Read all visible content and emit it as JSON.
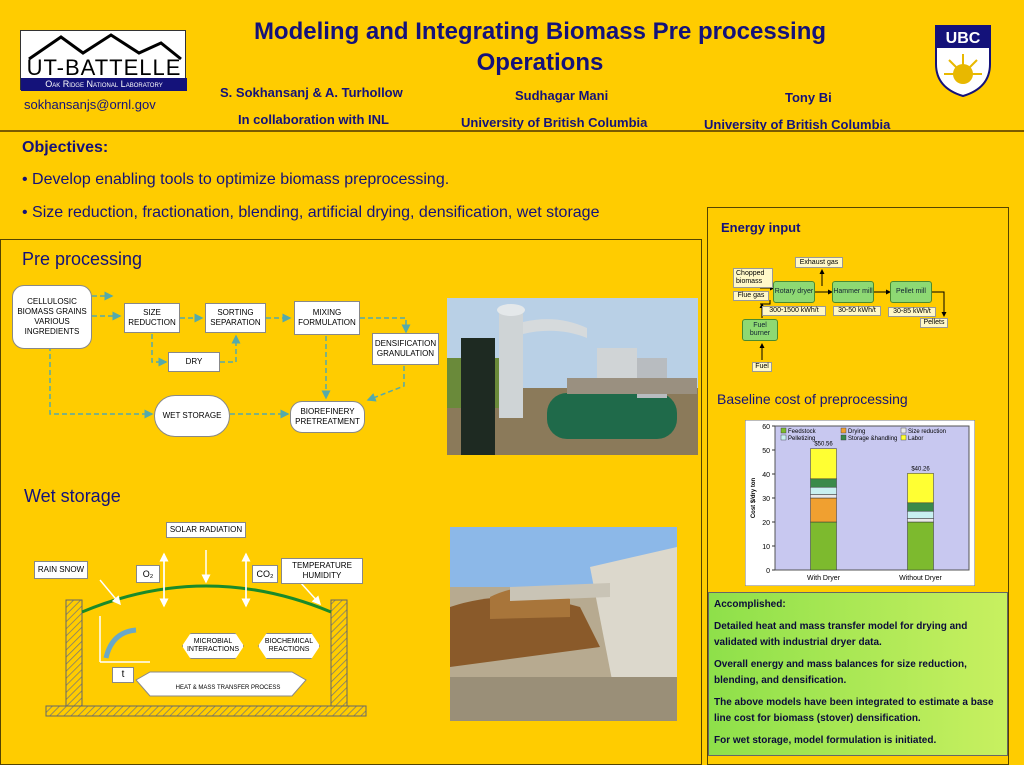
{
  "header": {
    "title_line1": "Modeling and Integrating Biomass Pre processing",
    "title_line2": "Operations",
    "logo_text_top": "UT-BATTELLE",
    "logo_text_bottom": "Oak Ridge National Laboratory",
    "ubc_logo_text": "UBC",
    "email": "sokhansanjs@ornl.gov",
    "author1": "S. Sokhansanj & A. Turhollow",
    "author1_affil": "In collaboration with INL",
    "author2": "Sudhagar Mani",
    "author2_affil": "University of British Columbia",
    "author3": "Tony Bi",
    "author3_affil": "University of British Columbia"
  },
  "objectives": {
    "heading": "Objectives:",
    "bullet1": "• Develop enabling tools to optimize biomass preprocessing.",
    "bullet2": "• Size reduction, fractionation, blending, artificial drying, densification, wet storage"
  },
  "preprocessing": {
    "heading": "Pre processing",
    "boxes": {
      "cellulosic": "CELLULOSIC BIOMASS GRAINS VARIOUS INGREDIENTS",
      "size": "SIZE REDUCTION",
      "sorting": "SORTING SEPARATION",
      "mixing": "MIXING FORMULATION",
      "densification": "DENSIFICATION GRANULATION",
      "dry": "DRY",
      "wetstorage": "WET STORAGE",
      "biorefinery": "BIOREFINERY PRETREATMENT"
    }
  },
  "wetstorage": {
    "heading": "Wet storage",
    "solar": "SOLAR RADIATION",
    "rain": "RAIN SNOW",
    "o2": "O₂",
    "co2": "CO₂",
    "temp": "TEMPERATURE HUMIDITY",
    "microbial": "MICROBIAL INTERACTIONS",
    "biochemical": "BIOCHEMICAL REACTIONS",
    "t": "t",
    "heat": "HEAT & MASS TRANSFER PROCESS"
  },
  "energy": {
    "heading": "Energy input",
    "exhaust": "Exhaust gas",
    "chopped": "Chopped biomass",
    "flue": "Flue gas",
    "rotary": "Rotary dryer",
    "hammer": "Hammer mill",
    "pellet": "Pellet mill",
    "fuel_burner": "Fuel burner",
    "fuel": "Fuel",
    "pellets": "Pellets",
    "e1": "300-1500 kWh/t",
    "e2": "30-50 kWh/t",
    "e3": "30-85 kWh/t"
  },
  "cost": {
    "heading": "Baseline cost of preprocessing"
  },
  "chart_data": {
    "type": "bar",
    "stacked": true,
    "categories": [
      "With Dryer",
      "Without Dryer"
    ],
    "ylabel": "Cost $/dry ton",
    "ylim": [
      0,
      60
    ],
    "yticks": [
      0,
      10,
      20,
      30,
      40,
      50,
      60
    ],
    "totals_labels": [
      "$50.56",
      "$40.26"
    ],
    "series": [
      {
        "name": "Feedstock",
        "color": "#7dba2e",
        "values": [
          20,
          20
        ]
      },
      {
        "name": "Drying",
        "color": "#f0a030",
        "values": [
          10,
          0
        ]
      },
      {
        "name": "Size reduction",
        "color": "#e8e8e8",
        "values": [
          1.5,
          1.5
        ]
      },
      {
        "name": "Pelletizing",
        "color": "#c8f0f0",
        "values": [
          3,
          3
        ]
      },
      {
        "name": "Storage &handling",
        "color": "#3a8a4a",
        "values": [
          3.5,
          3.5
        ]
      },
      {
        "name": "Labor",
        "color": "#ffff33",
        "values": [
          12.56,
          12.26
        ]
      }
    ],
    "legend_position": "top"
  },
  "accomplished": {
    "heading": "Accomplished:",
    "p1": "Detailed heat and mass transfer model for drying and validated with industrial dryer data.",
    "p2": "Overall energy and mass balances for size reduction, blending, and densification.",
    "p3": "The above models have been integrated to estimate a base line cost for biomass (stover) densification.",
    "p4": "For wet storage, model formulation is initiated."
  }
}
